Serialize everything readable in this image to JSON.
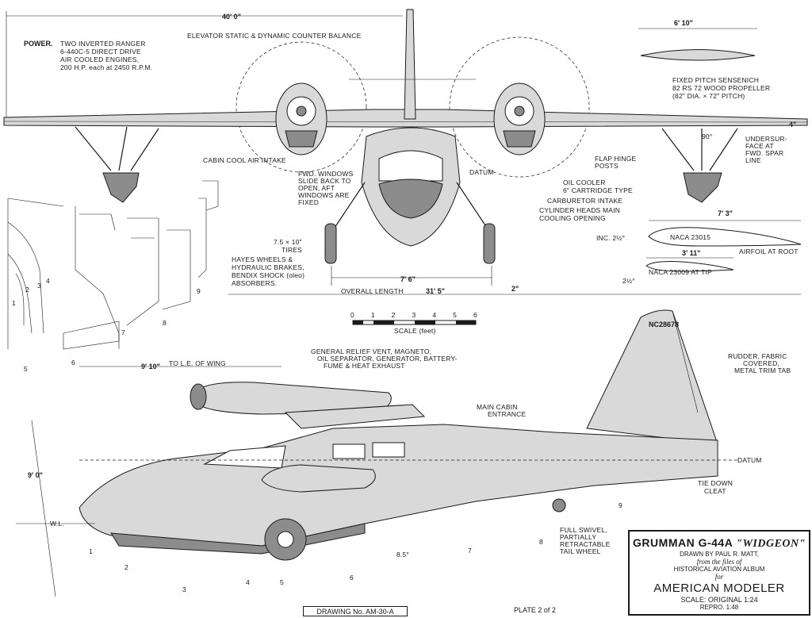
{
  "dimensions": {
    "wingspan": "40' 0\"",
    "prop_span": "6' 10\"",
    "overall_length_label": "OVERALL LENGTH",
    "overall_length": "31' 5\"",
    "track": "7' 6\"",
    "gear_offset": "2\"",
    "height": "9' 0\"",
    "nose_to_le": "9' 10\"",
    "nose_to_le_note": "TO L.E. OF WING",
    "root_chord": "7' 3\"",
    "tip_chord": "3' 11\"",
    "root_incidence": "INC. 2½°",
    "tip_incidence": "2½°",
    "dihedral_4": "4\"",
    "angle_90": "90°",
    "angle_85": "8.5°"
  },
  "notes": {
    "power_label": "POWER.",
    "power_line1": "TWO INVERTED RANGER",
    "power_line2": "6-440C-5 DIRECT DRIVE",
    "power_line3": "AIR COOLED ENGINES,",
    "power_line4": "200 H.P. each at 2450 R.P.M.",
    "elevator": "ELEVATOR STATIC & DYNAMIC COUNTER BALANCE",
    "propeller_line1": "FIXED PITCH SENSENICH",
    "propeller_line2": "82 RS 72 WOOD PROPELLER",
    "propeller_line3": "(82\" DIA. × 72\" PITCH)",
    "undersurface_line1": "UNDERSUR-",
    "undersurface_line2": "FACE AT",
    "undersurface_line3": "FWD. SPAR",
    "undersurface_line4": "LINE",
    "flap_line1": "FLAP HINGE",
    "flap_line2": "POSTS",
    "cabin_cool": "CABIN COOL AIR INTAKE",
    "fwd_windows_line1": "FWD. WINDOWS",
    "fwd_windows_line2": "SLIDE BACK TO",
    "fwd_windows_line3": "OPEN, AFT",
    "fwd_windows_line4": "WINDOWS ARE",
    "fwd_windows_line5": "FIXED",
    "datum_front": "DATUM",
    "oil_cooler_line1": "OIL COOLER",
    "oil_cooler_line2": "6\" CARTRIDGE TYPE",
    "carburetor": "CARBURETOR INTAKE",
    "cylinder_line1": "CYLINDER HEADS MAIN",
    "cylinder_line2": "COOLING OPENING",
    "airfoil_root": "NACA 23015",
    "airfoil_tip": "NACA 23009 AT TIP",
    "airfoil_label": "AIRFOIL AT ROOT",
    "tires_line1": "7.5 × 10\"",
    "tires_line2": "TIRES",
    "wheels_line1": "HAYES WHEELS &",
    "wheels_line2": "HYDRAULIC BRAKES,",
    "wheels_line3": "BENDIX SHOCK (oleo)",
    "wheels_line4": "ABSORBERS.",
    "scale_title": "SCALE (feet)",
    "scale_ticks": [
      "0",
      "1",
      "2",
      "3",
      "4",
      "5",
      "6"
    ],
    "registration": "NC28678",
    "rudder_line1": "RUDDER, FABRIC",
    "rudder_line2": "COVERED,",
    "rudder_line3": "METAL TRIM TAB",
    "relief_line1": "GENERAL RELIEF VENT, MAGNETO,",
    "relief_line2": "OIL SEPARATOR, GENERATOR, BATTERY-",
    "relief_line3": "FUME & HEAT EXHAUST",
    "main_cabin_line1": "MAIN CABIN",
    "main_cabin_line2": "ENTRANCE",
    "datum_side": "DATUM",
    "tie_down_line1": "TIE DOWN",
    "tie_down_line2": "CLEAT",
    "wl": "W.L.",
    "tail_wheel_line1": "FULL SWIVEL,",
    "tail_wheel_line2": "PARTIALLY",
    "tail_wheel_line3": "RETRACTABLE",
    "tail_wheel_line4": "TAIL WHEEL"
  },
  "stations": [
    "1",
    "2",
    "3",
    "4",
    "5",
    "6",
    "7",
    "8",
    "9"
  ],
  "section_numbers": [
    "1",
    "2",
    "3",
    "4",
    "5",
    "6",
    "7",
    "8",
    "9"
  ],
  "title_block": {
    "main": "GRUMMAN G-44A",
    "name": "\"WIDGEON\"",
    "drawn_by": "DRAWN BY PAUL R. MATT,",
    "files": "from the files of",
    "album": "HISTORICAL AVIATION ALBUM",
    "for": "for",
    "magazine": "AMERICAN MODELER",
    "scale": "SCALE: ORIGINAL 1:24",
    "repro": "REPRO. 1:48"
  },
  "footer": {
    "drawing_no": "DRAWING No. AM-30-A",
    "plate": "PLATE 2 of 2"
  }
}
